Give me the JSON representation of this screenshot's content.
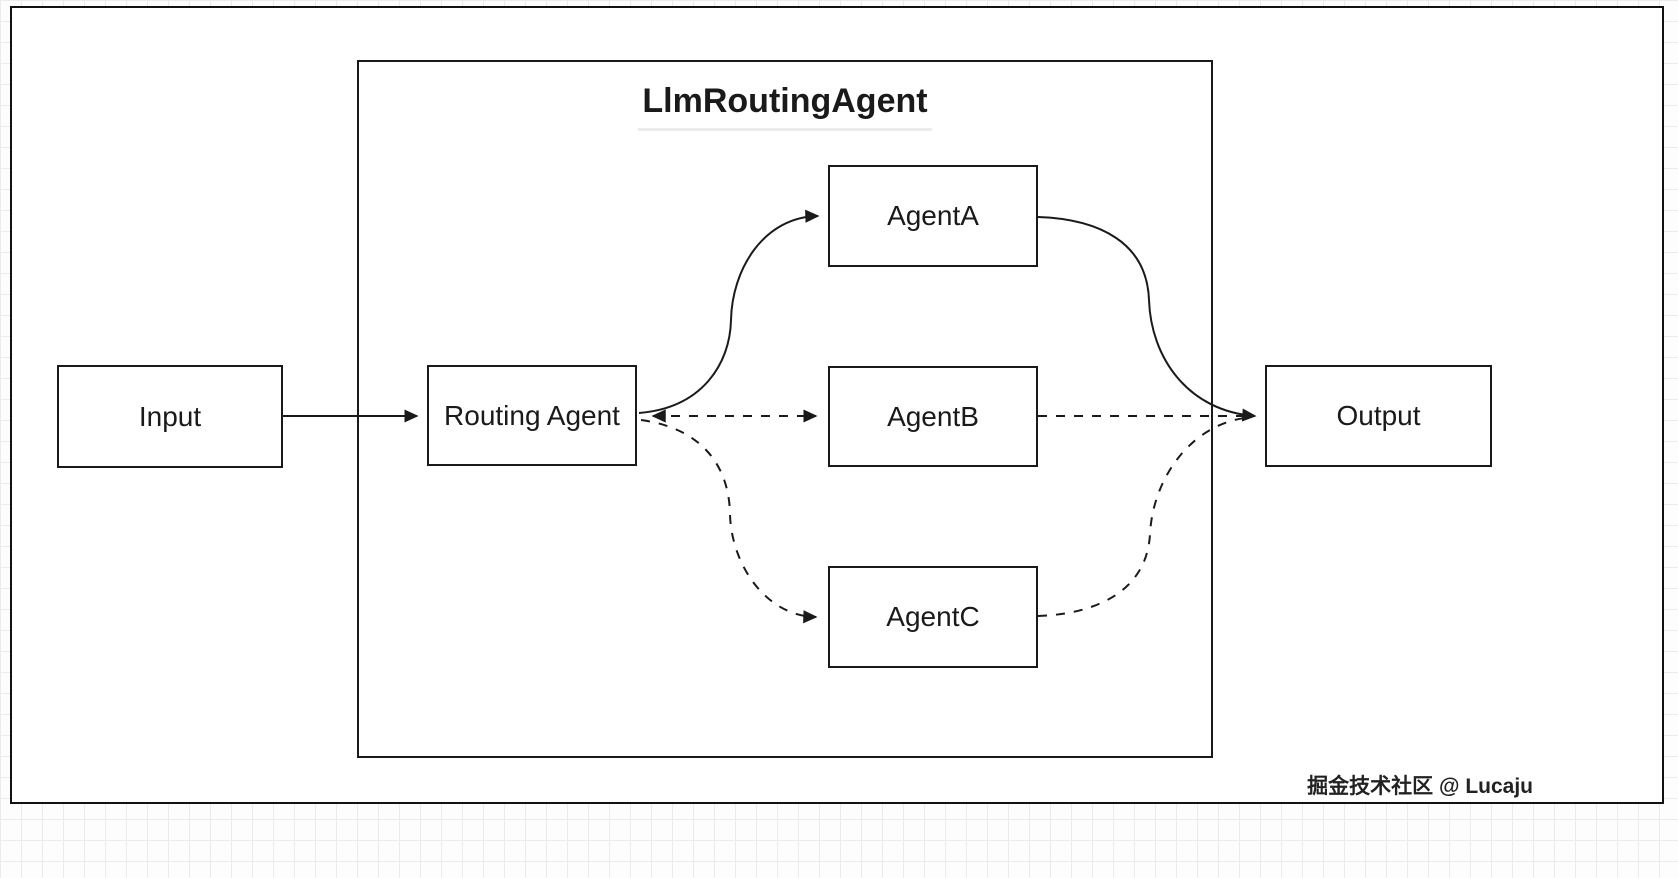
{
  "diagram": {
    "container_title": "LlmRoutingAgent",
    "nodes": [
      {
        "id": "input",
        "label": "Input"
      },
      {
        "id": "routing-agent",
        "label": "Routing Agent"
      },
      {
        "id": "agent-a",
        "label": "AgentA"
      },
      {
        "id": "agent-b",
        "label": "AgentB"
      },
      {
        "id": "agent-c",
        "label": "AgentC"
      },
      {
        "id": "output",
        "label": "Output"
      }
    ],
    "edges": [
      {
        "from": "Input",
        "to": "Routing Agent",
        "style": "solid",
        "arrow": "end"
      },
      {
        "from": "Routing Agent",
        "to": "AgentA",
        "style": "solid",
        "arrow": "end"
      },
      {
        "from": "AgentA",
        "to": "Output",
        "style": "solid",
        "arrow": "end"
      },
      {
        "from": "Routing Agent",
        "to": "AgentB",
        "style": "dashed",
        "arrow": "both"
      },
      {
        "from": "AgentB",
        "to": "Output",
        "style": "dashed",
        "arrow": "none"
      },
      {
        "from": "Routing Agent",
        "to": "AgentC",
        "style": "dashed",
        "arrow": "end"
      },
      {
        "from": "AgentC",
        "to": "Output",
        "style": "dashed",
        "arrow": "none"
      }
    ],
    "watermark": "掘金技术社区 @ Lucaju",
    "colors": {
      "stroke": "#1a1a1a",
      "node_background": "#ffffff",
      "grid": "#ebebeb"
    }
  }
}
